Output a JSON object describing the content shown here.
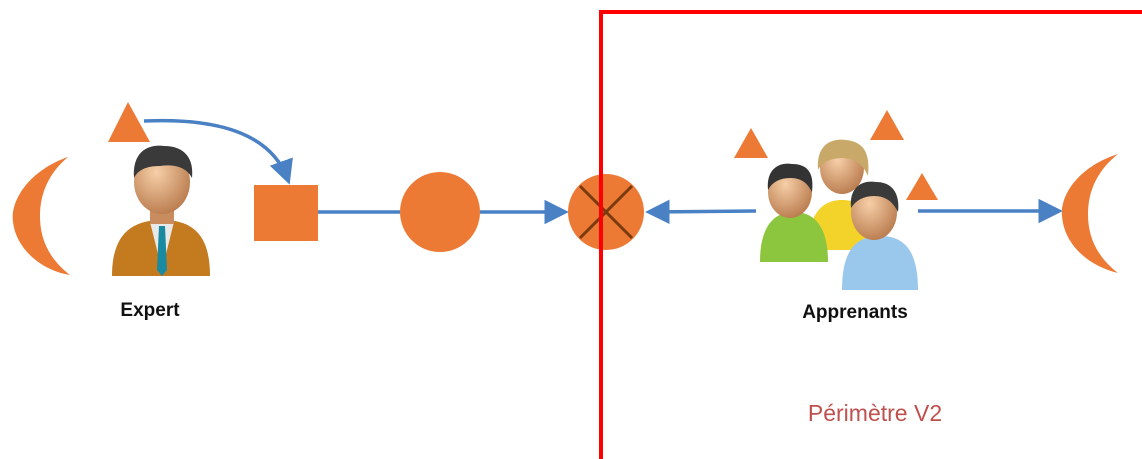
{
  "labels": {
    "expert": "Expert",
    "apprenants": "Apprenants",
    "perimetre": "Périmètre V2"
  },
  "icons": {
    "expert": "single-person-icon",
    "apprenants": "group-people-icon"
  },
  "colors": {
    "shape_orange": "#ec7a35",
    "arrow_blue": "#4a81c4",
    "perimeter_red": "#ff0000",
    "perimeter_text": "#c0504d",
    "cross_dark": "#7a3a10"
  }
}
